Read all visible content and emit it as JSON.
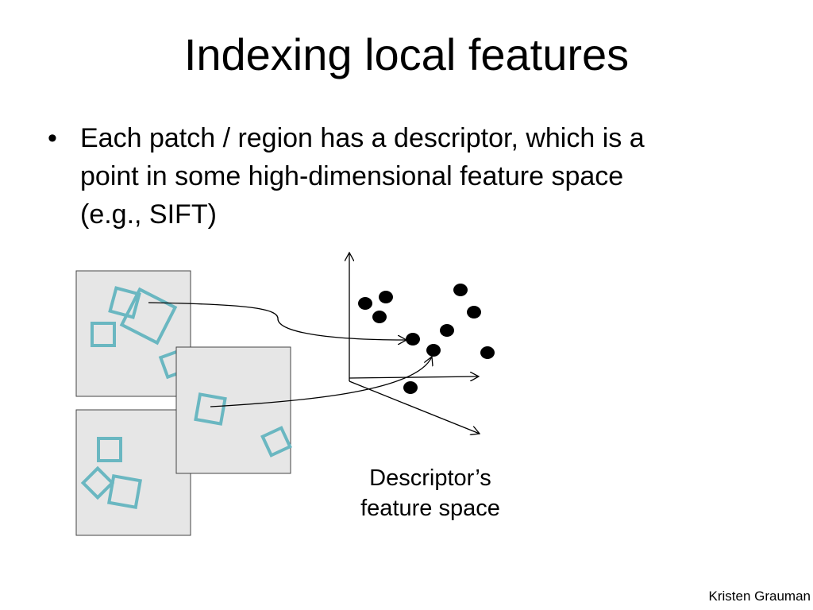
{
  "slide": {
    "title": "Indexing local features",
    "bullet": {
      "marker": "•",
      "lines": [
        "Each patch / region has a descriptor, which is a",
        "point in some high-dimensional feature space",
        "(e.g., SIFT)"
      ]
    },
    "caption": {
      "lines": [
        "Descriptor’s",
        "feature space"
      ]
    },
    "credit": "Kristen Grauman"
  },
  "colors": {
    "patch_outline": "#6ab7c1",
    "image_fill": "#e6e6e6",
    "image_border": "#444444",
    "point": "#000000",
    "arrow": "#000000"
  }
}
